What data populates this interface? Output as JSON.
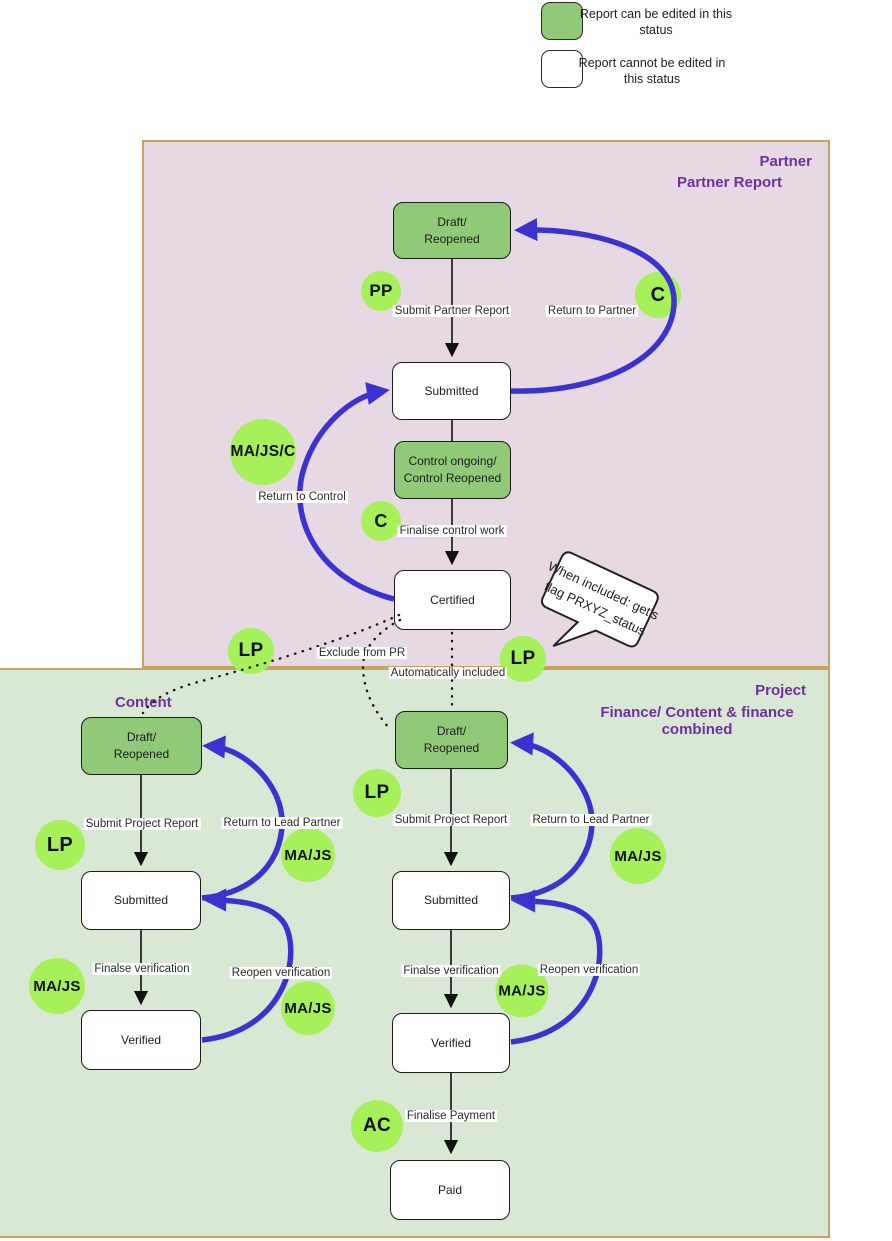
{
  "legend": {
    "editable": "Report can be edited in this status",
    "not_editable": "Report cannot be edited in this status"
  },
  "regions": {
    "partner_title": "Partner",
    "partner_subtitle": "Partner Report",
    "project_title": "Project",
    "project_subtitle": "Finance/ Content & finance combined",
    "content_title": "Content"
  },
  "nodes": {
    "partner_draft": "Draft/\nReopened",
    "partner_submitted": "Submitted",
    "partner_control": "Control ongoing/\nControl Reopened",
    "partner_certified": "Certified",
    "content_draft": "Draft/\nReopened",
    "content_submitted": "Submitted",
    "content_verified": "Verified",
    "finance_draft": "Draft/\nReopened",
    "finance_submitted": "Submitted",
    "finance_verified": "Verified",
    "finance_paid": "Paid"
  },
  "actors": {
    "pp": "PP",
    "c_return_to_partner": "C",
    "ma_js_c": "MA/JS/C",
    "c_finalise_control": "C",
    "lp_exclude": "LP",
    "lp_included": "LP",
    "lp_content": "LP",
    "ma_js_content_return": "MA/JS",
    "ma_js_content_finalse": "MA/JS",
    "ma_js_content_reopen": "MA/JS",
    "lp_finance": "LP",
    "ma_js_finance_return": "MA/JS",
    "ma_js_finance_reopen": "MA/JS",
    "ac": "AC"
  },
  "edges": {
    "submit_partner_report": "Submit Partner Report",
    "return_to_partner": "Return to Partner",
    "return_to_control": "Return to Control",
    "finalise_control_work": "Finalise control work",
    "exclude_from_pr": "Exclude from PR",
    "automatically_included": "Automatically included",
    "submit_project_report_content": "Submit Project Report",
    "return_to_lead_partner_content": "Return to Lead Partner",
    "finalse_verification_content": "Finalse verification",
    "reopen_verification_content": "Reopen verification",
    "submit_project_report_finance": "Submit Project Report",
    "return_to_lead_partner_finance": "Return to Lead Partner",
    "finalse_verification_finance": "Finalse verification",
    "reopen_verification_finance": "Reopen verification",
    "finalise_payment": "Finalise Payment"
  },
  "note": {
    "line1": "When included: get's",
    "line2": "flag PRXYZ_status"
  },
  "colors": {
    "editable_fill": "#90c978",
    "actor_fill": "#a6f159",
    "arrow_blue": "#3c32d2",
    "region_border": "#c8a165",
    "partner_bg": "#e7d9e3",
    "project_bg": "#d9e7d5",
    "heading_purple": "#7030a0"
  }
}
